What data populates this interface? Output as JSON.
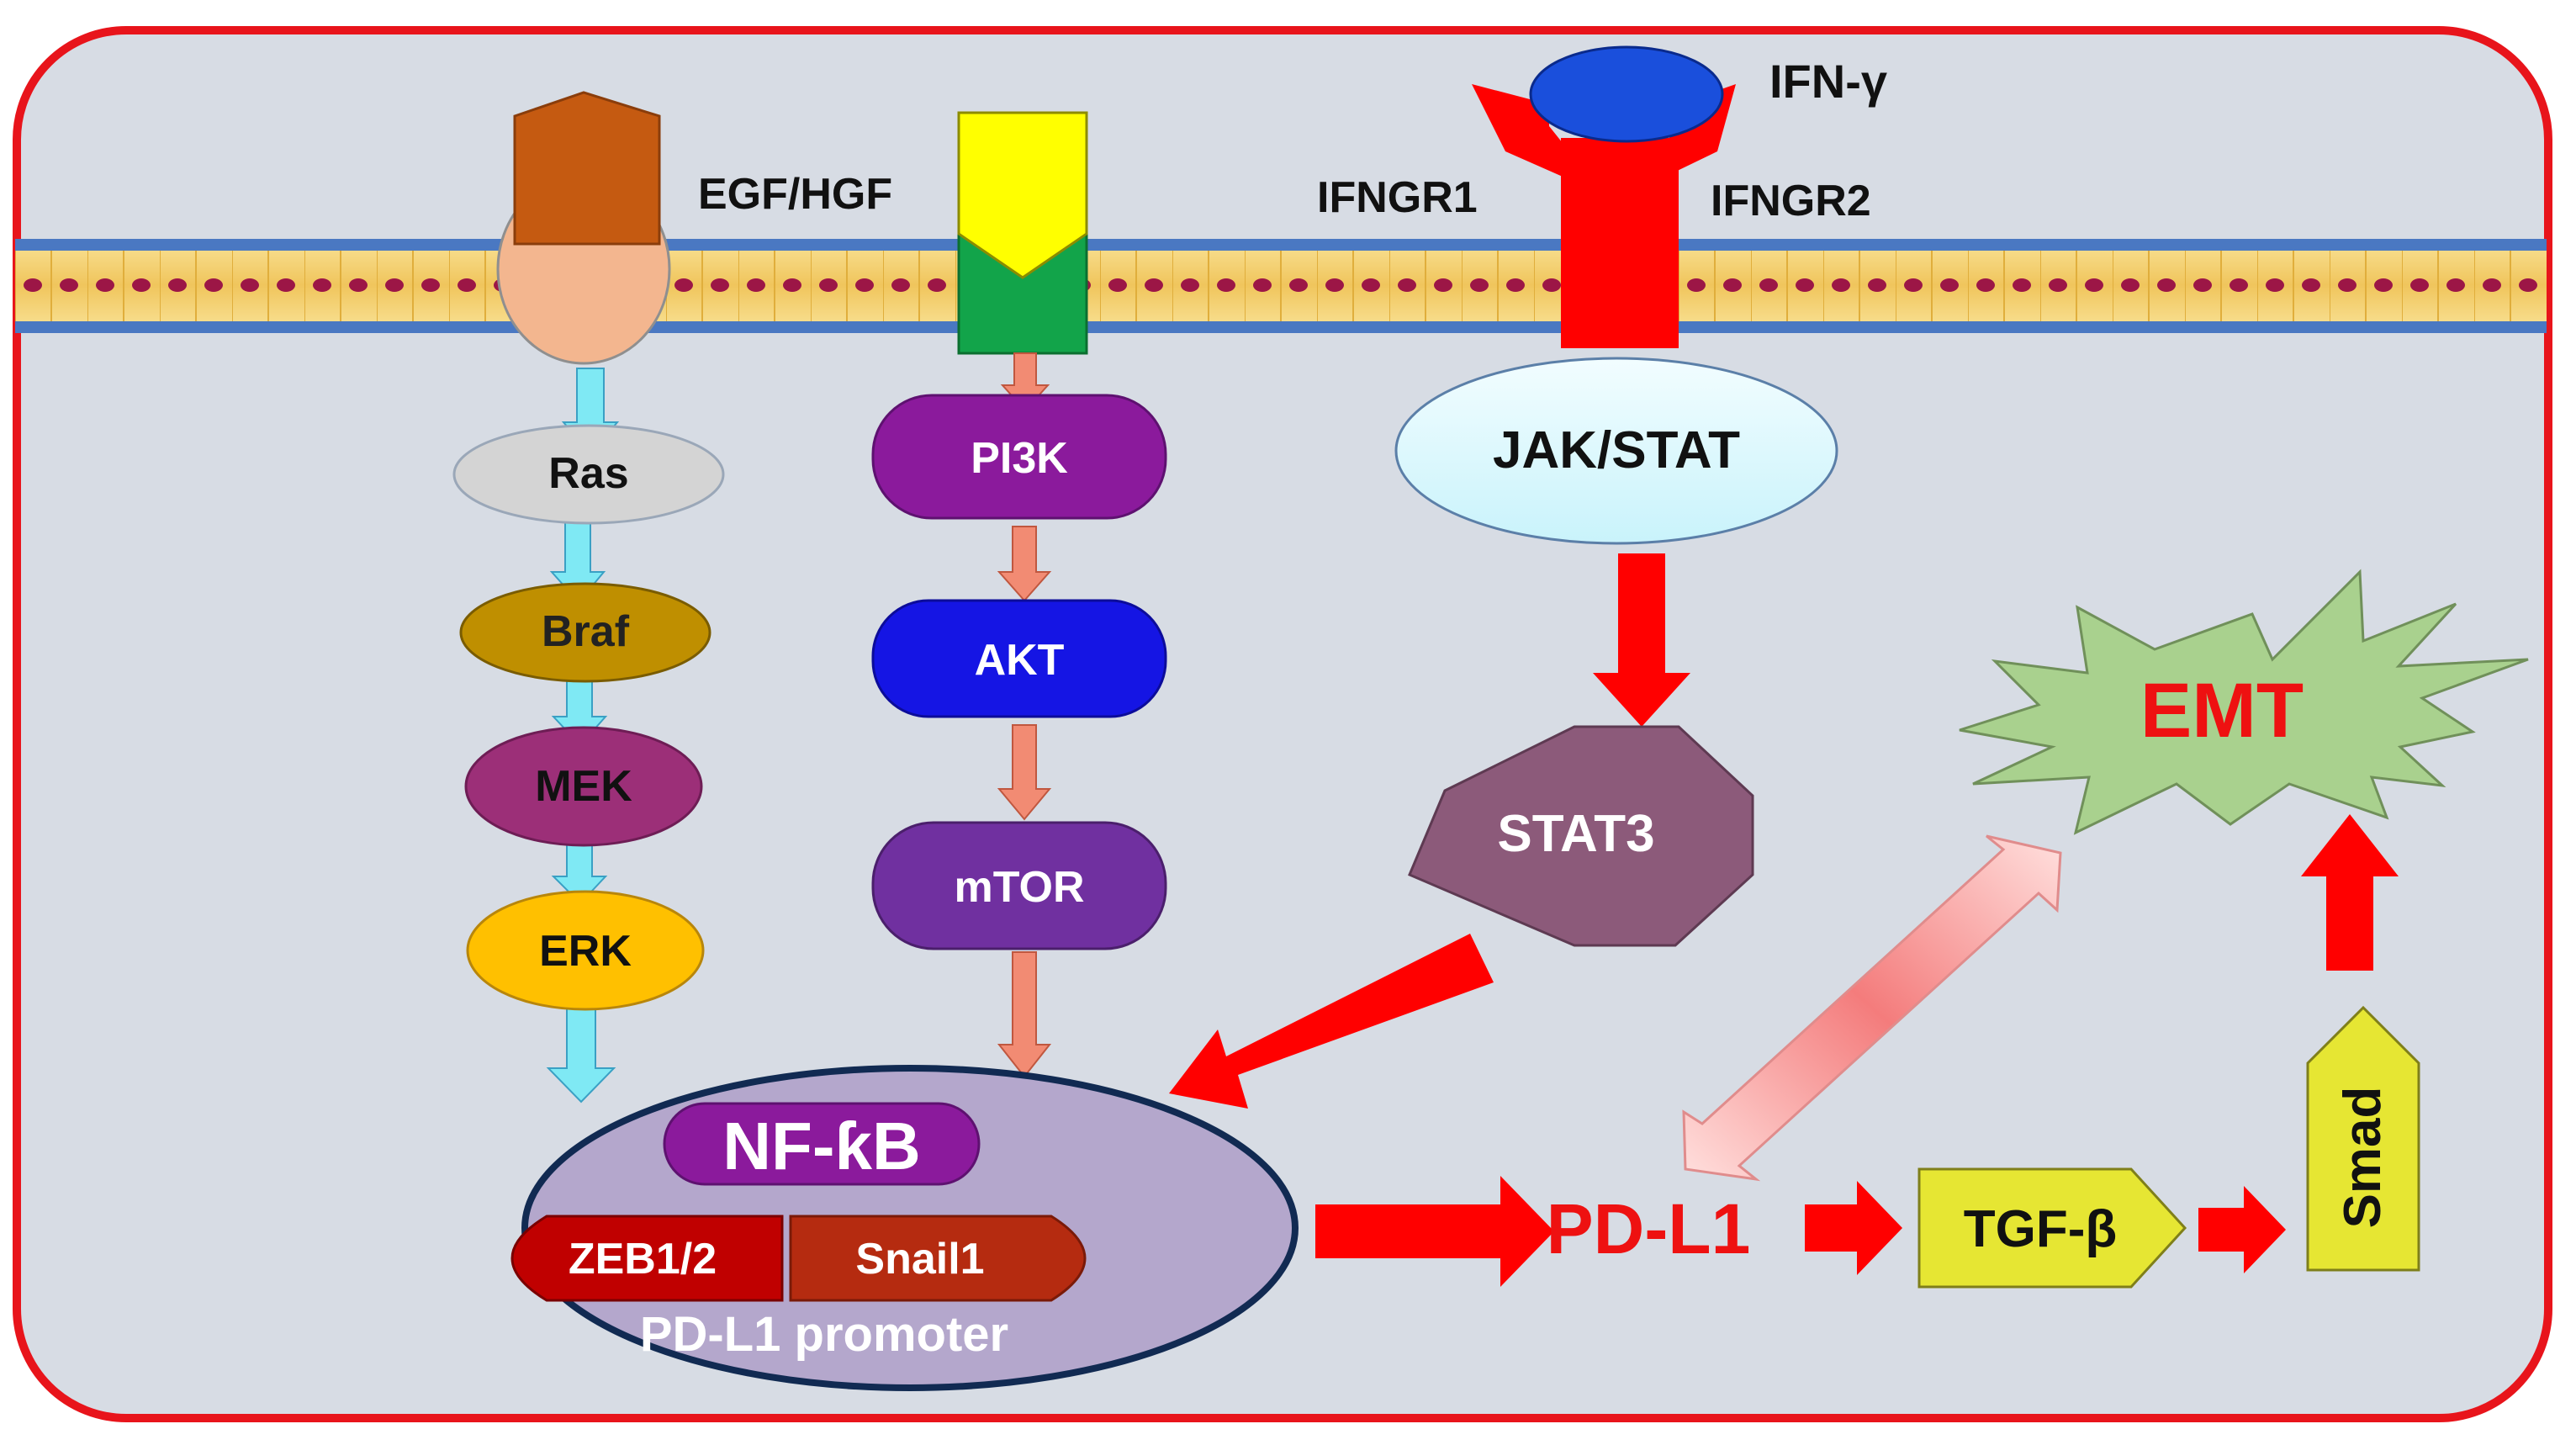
{
  "ligands": {
    "egf_hgf": "EGF/HGF",
    "ifn_gamma": "IFN-γ"
  },
  "receptors": {
    "ifngr1": "IFNGR1",
    "ifngr2": "IFNGR2"
  },
  "mapk_pathway": {
    "ras": "Ras",
    "braf": "Braf",
    "mek": "MEK",
    "erk": "ERK"
  },
  "pi3k_pathway": {
    "pi3k": "PI3K",
    "akt": "AKT",
    "mtor": "mTOR"
  },
  "jak_pathway": {
    "jak_stat": "JAK/STAT",
    "stat3": "STAT3"
  },
  "nucleus": {
    "nfkb": "NF-ƙB",
    "zeb": "ZEB1/2",
    "snail": "Snail1",
    "promoter": "PD-L1 promoter"
  },
  "outputs": {
    "pdl1": "PD-L1",
    "tgfb": "TGF-β",
    "smad": "Smad",
    "emt": "EMT"
  },
  "colors": {
    "border": "#e8141b",
    "cell_bg": "#d7dce4",
    "membrane_blue": "#4a78c2",
    "membrane_fill": "#f3cf72",
    "arrow_red": "#ff0000",
    "arrow_cyan": "#7fe9f4",
    "arrow_salmon": "#f28b73",
    "text_red": "#ee1111"
  }
}
